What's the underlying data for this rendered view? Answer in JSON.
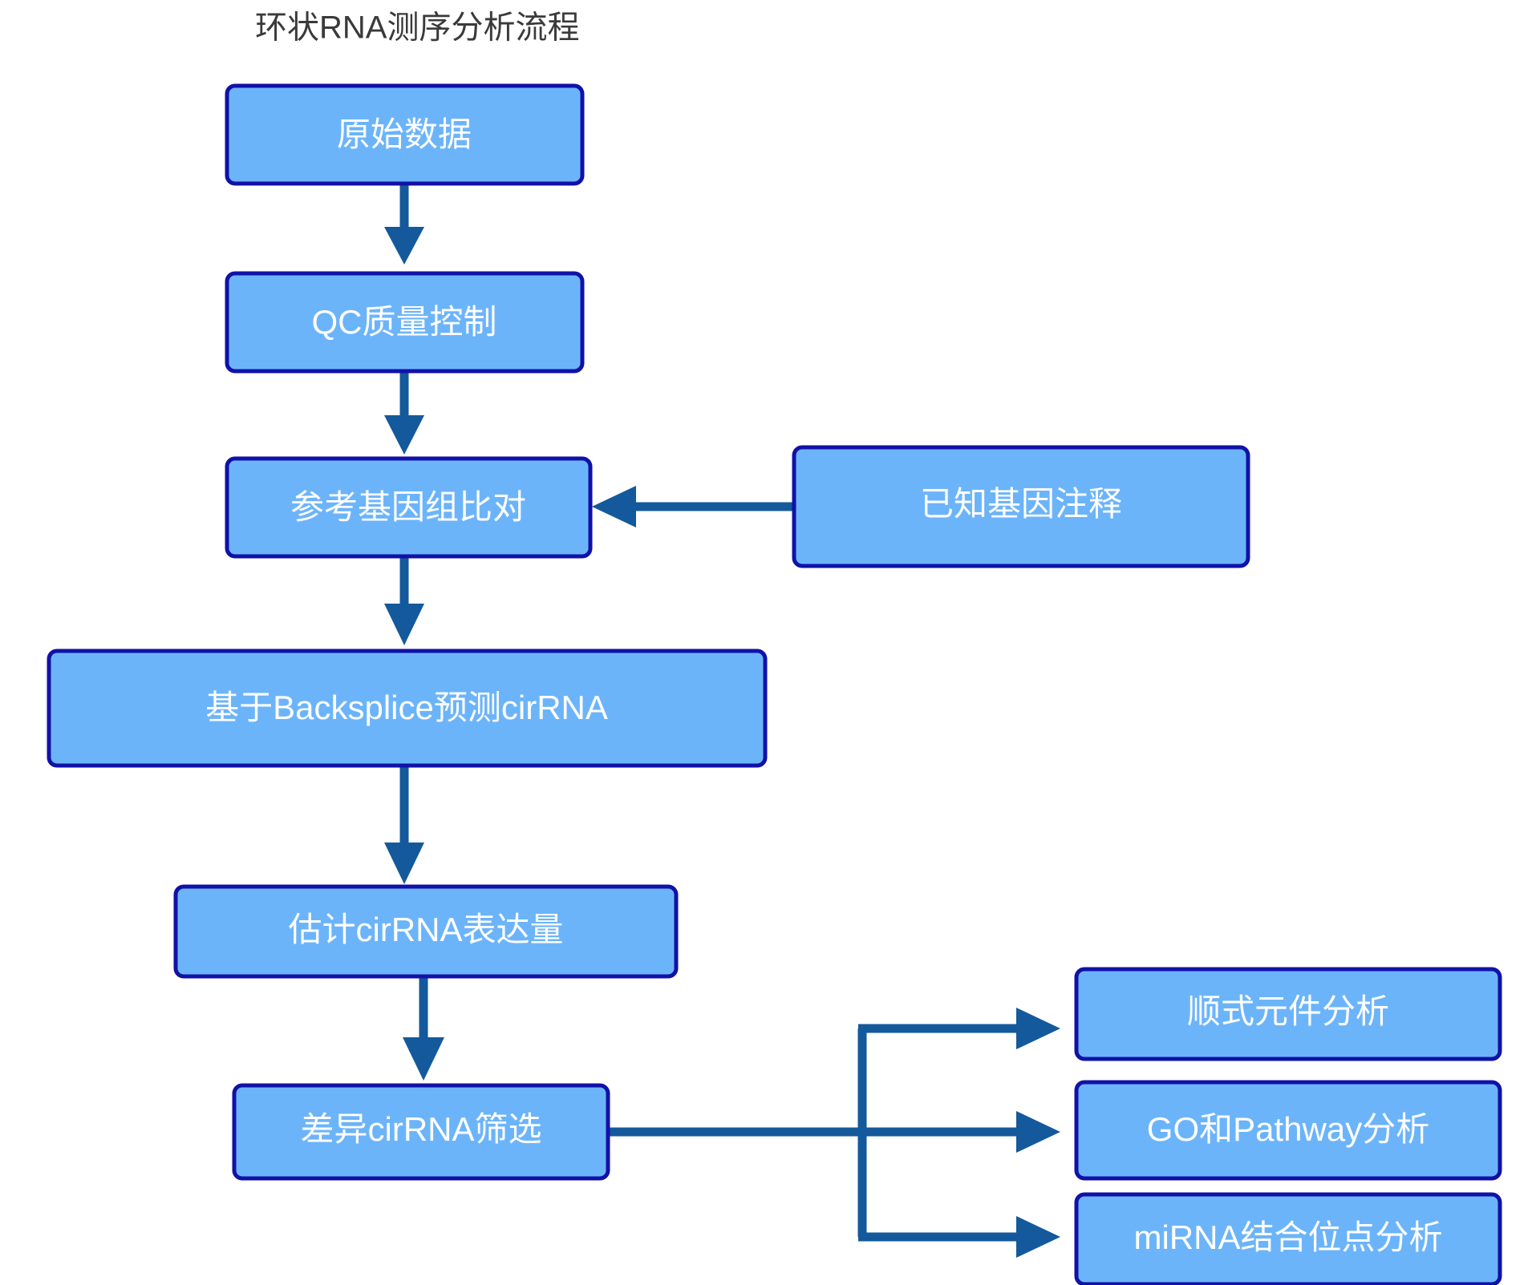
{
  "title": "环状RNA测序分析流程",
  "colors": {
    "node_fill": "#6cb4fa",
    "node_border": "#1111a8",
    "node_text": "#ffffff",
    "arrow": "#14599c",
    "title_text": "#3a3a3a",
    "background": "#ffffff"
  },
  "nodes": {
    "raw_data": "原始数据",
    "qc": "QC质量控制",
    "genome_align": "参考基因组比对",
    "known_annotation": "已知基因注释",
    "backsplice": "基于Backsplice预测cirRNA",
    "expression": "估计cirRNA表达量",
    "differential": "差异cirRNA筛选",
    "cis_element": "顺式元件分析",
    "go_pathway": "GO和Pathway分析",
    "mirna_site": "miRNA结合位点分析"
  },
  "edges": [
    {
      "name": "raw-data-to-qc",
      "from": "原始数据",
      "to": "QC质量控制",
      "direction": "down"
    },
    {
      "name": "qc-to-genome-align",
      "from": "QC质量控制",
      "to": "参考基因组比对",
      "direction": "down"
    },
    {
      "name": "known-annotation-to-genome-align",
      "from": "已知基因注释",
      "to": "参考基因组比对",
      "direction": "left"
    },
    {
      "name": "genome-align-to-backsplice",
      "from": "参考基因组比对",
      "to": "基于Backsplice预测cirRNA",
      "direction": "down"
    },
    {
      "name": "backsplice-to-expression",
      "from": "基于Backsplice预测cirRNA",
      "to": "估计cirRNA表达量",
      "direction": "down"
    },
    {
      "name": "expression-to-differential",
      "from": "估计cirRNA表达量",
      "to": "差异cirRNA筛选",
      "direction": "down"
    },
    {
      "name": "differential-to-cis-element",
      "from": "差异cirRNA筛选",
      "to": "顺式元件分析",
      "direction": "right"
    },
    {
      "name": "differential-to-go-pathway",
      "from": "差异cirRNA筛选",
      "to": "GO和Pathway分析",
      "direction": "right"
    },
    {
      "name": "differential-to-mirna-site",
      "from": "差异cirRNA筛选",
      "to": "miRNA结合位点分析",
      "direction": "right"
    }
  ]
}
